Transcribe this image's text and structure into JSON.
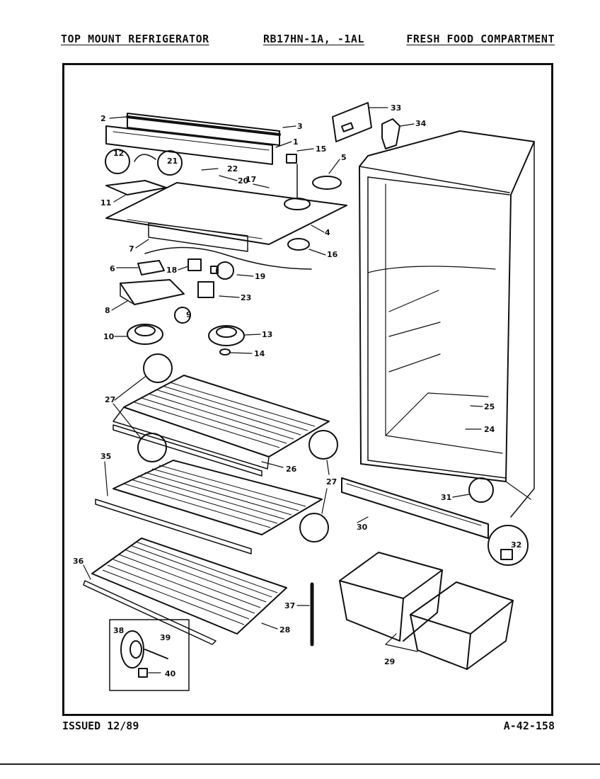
{
  "header": {
    "left": "TOP MOUNT REFRIGERATOR",
    "model": "RB17HN-1A, -1AL",
    "right": "FRESH FOOD COMPARTMENT"
  },
  "footer": {
    "issued": "ISSUED 12/89",
    "doc_number": "A-42-158"
  },
  "callouts": [
    "1",
    "2",
    "3",
    "4",
    "5",
    "6",
    "7",
    "8",
    "9",
    "10",
    "11",
    "12",
    "13",
    "14",
    "15",
    "16",
    "17",
    "18",
    "19",
    "20",
    "21",
    "22",
    "23",
    "24",
    "25",
    "26",
    "27",
    "28",
    "29",
    "30",
    "31",
    "32",
    "33",
    "34",
    "35",
    "36",
    "37",
    "38",
    "39",
    "40"
  ]
}
